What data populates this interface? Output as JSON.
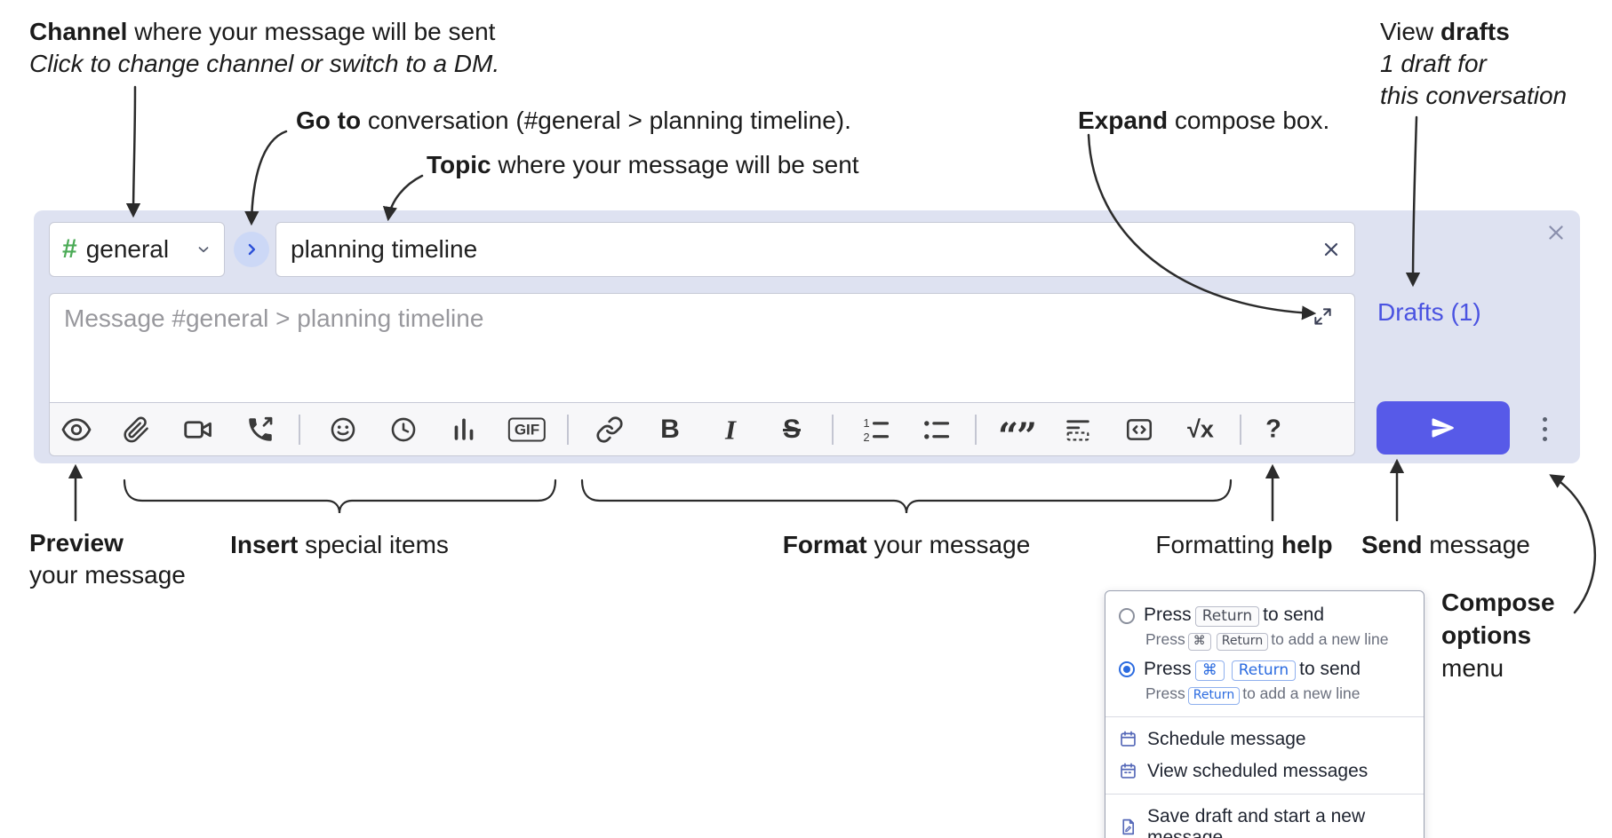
{
  "callouts": {
    "channel": {
      "b": "Channel",
      "r": " where your message will be sent",
      "i": "Click to change channel or switch to a DM."
    },
    "goto": {
      "b": "Go to",
      "r": " conversation (#general > planning timeline)."
    },
    "topic": {
      "b": "Topic",
      "r": " where your message will be sent"
    },
    "expand": {
      "b": "Expand",
      "r": " compose box."
    },
    "drafts": {
      "r": "View ",
      "b": "drafts",
      "i1": "1 draft for",
      "i2": "this conversation"
    },
    "preview": {
      "b": "Preview",
      "r": "your message"
    },
    "insert": {
      "b": "Insert",
      "r": " special items"
    },
    "format": {
      "b": "Format",
      "r": " your message"
    },
    "help": {
      "r": "Formatting ",
      "b": "help"
    },
    "send": {
      "b": "Send",
      "r": " message"
    },
    "options": {
      "b1": "Compose",
      "b2": "options",
      "r": "menu"
    }
  },
  "compose": {
    "channel_hash": "#",
    "channel_name": "general",
    "topic_value": "planning timeline",
    "message_placeholder": "Message #general > planning timeline",
    "drafts_label": "Drafts (1)"
  },
  "toolbar": {
    "buttons": [
      {
        "name": "preview",
        "icon": "eye-icon"
      },
      {
        "name": "attach-file",
        "icon": "paperclip-icon"
      },
      {
        "name": "video-call",
        "icon": "video-camera-icon"
      },
      {
        "name": "audio-call",
        "icon": "phone-call-icon"
      },
      {
        "name": "emoji",
        "icon": "smiley-icon"
      },
      {
        "name": "time",
        "icon": "clock-icon"
      },
      {
        "name": "poll",
        "icon": "bar-chart-icon"
      },
      {
        "name": "gif",
        "label": "GIF"
      },
      {
        "name": "link",
        "icon": "link-icon"
      },
      {
        "name": "bold",
        "label": "B"
      },
      {
        "name": "italic",
        "label": "I"
      },
      {
        "name": "strikethrough",
        "label": "S"
      },
      {
        "name": "numbered-list",
        "icon": "numbered-list-icon"
      },
      {
        "name": "bulleted-list",
        "icon": "bulleted-list-icon"
      },
      {
        "name": "quote",
        "label": "“”"
      },
      {
        "name": "spoiler",
        "icon": "spoiler-icon"
      },
      {
        "name": "code",
        "icon": "code-icon"
      },
      {
        "name": "math",
        "label": "√x"
      },
      {
        "name": "help",
        "label": "?"
      }
    ]
  },
  "menu": {
    "opt1": {
      "p": "Press",
      "k": "Return",
      "s": "to send"
    },
    "opt1sub": {
      "p": "Press",
      "k1": "⌘",
      "k2": "Return",
      "s": "to add a new line"
    },
    "opt2": {
      "p": "Press",
      "k1": "⌘",
      "k2": "Return",
      "s": "to send"
    },
    "opt2sub": {
      "p": "Press",
      "k": "Return",
      "s": "to add a new line"
    },
    "schedule": "Schedule message",
    "view_scheduled": "View scheduled messages",
    "save_draft": "Save draft and start a new message"
  },
  "colors": {
    "compose_bg": "#dee2f1",
    "send_button": "#575ae8",
    "drafts_link": "#4a53e1",
    "channel_hash_green": "#4bab56",
    "key_highlight_blue": "#2b6be0"
  }
}
